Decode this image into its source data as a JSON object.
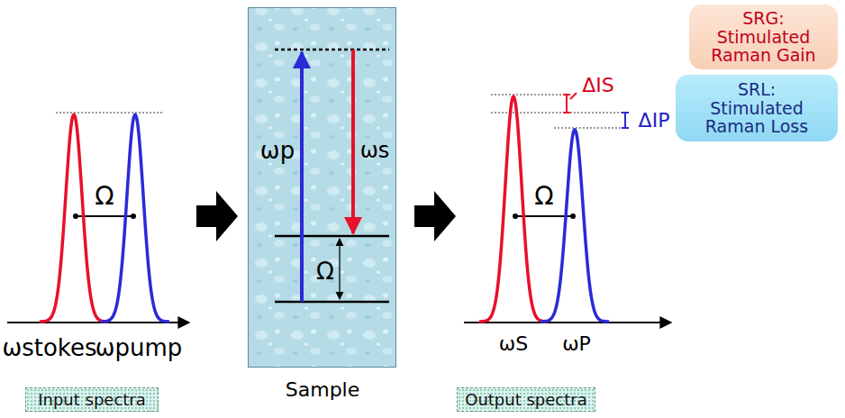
{
  "diagram": {
    "nodes": [
      {
        "text": [
          "Input spectra"
        ]
      },
      {
        "text": [
          "ωp",
          "ωs",
          "Ω",
          "Sample"
        ]
      },
      {
        "text": [
          "Output spectra"
        ]
      },
      {
        "text": [
          "SRG:",
          "Stimulated Raman Gain"
        ]
      },
      {
        "text": [
          "SRL:",
          "Stimulated Raman Loss"
        ]
      }
    ],
    "labels": [
      "Ω",
      "ωstokes",
      "ωpump",
      "ΔIS",
      "ΔIP",
      "Ω",
      "ωS",
      "ωP"
    ]
  }
}
